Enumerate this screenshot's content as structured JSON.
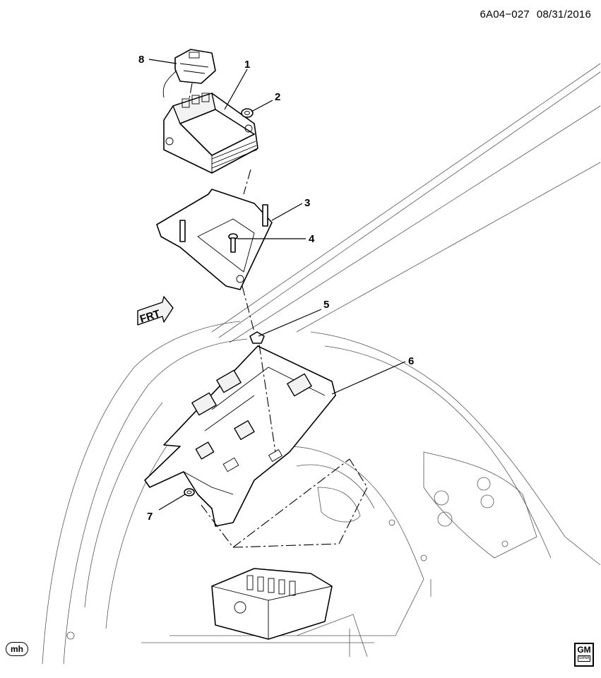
{
  "header": {
    "diagram_code": "6A04−027",
    "date": "08/31/2016"
  },
  "callouts": [
    {
      "id": "c1",
      "label": "1"
    },
    {
      "id": "c2",
      "label": "2"
    },
    {
      "id": "c3",
      "label": "3"
    },
    {
      "id": "c4",
      "label": "4"
    },
    {
      "id": "c5",
      "label": "5"
    },
    {
      "id": "c6",
      "label": "6"
    },
    {
      "id": "c7",
      "label": "7"
    },
    {
      "id": "c8",
      "label": "8"
    }
  ],
  "front_indicator": "FRT",
  "footer": {
    "mh_mark": "mh",
    "brand_logo": "GM",
    "brand_logo_sub": "GMNA"
  }
}
